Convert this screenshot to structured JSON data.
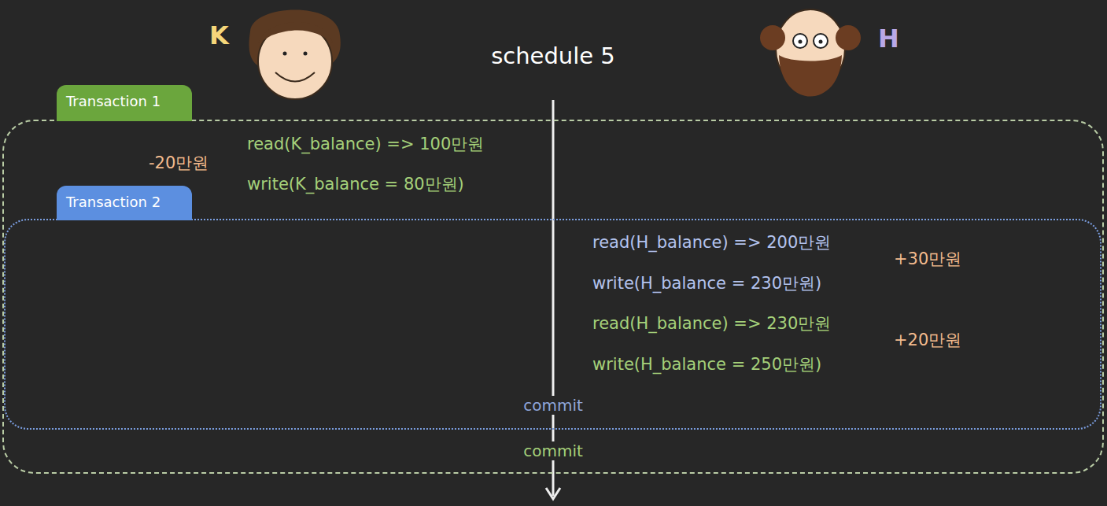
{
  "diagram": {
    "title": "schedule 5",
    "nodes": [
      {
        "text": [
          "Transaction 1"
        ]
      },
      {
        "text": [
          "Transaction 2"
        ],
        "in": 0
      }
    ],
    "labels": [
      "K",
      "H",
      "-20만원",
      "read(K_balance) => 100만원",
      "write(K_balance = 80만원)",
      "read(H_balance) => 200만원",
      "+30만원",
      "write(H_balance = 230만원)",
      "read(H_balance) => 230만원",
      "+20만원",
      "write(H_balance = 250만원)",
      "commit",
      "commit"
    ]
  }
}
